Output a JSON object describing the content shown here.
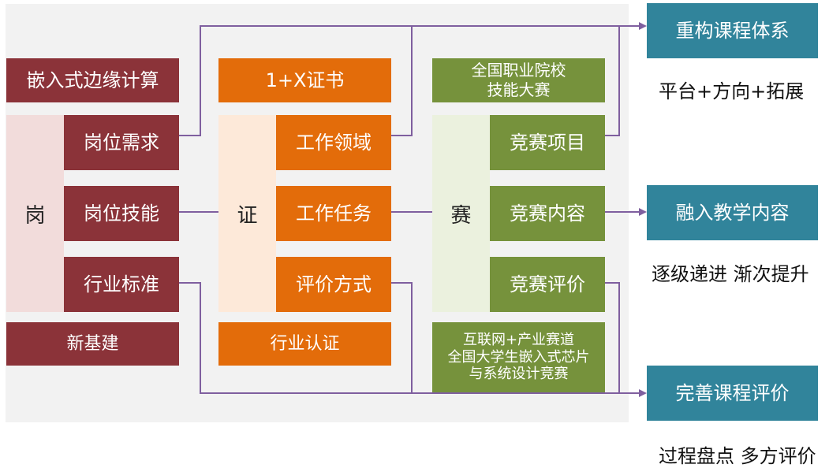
{
  "left_column": {
    "top_box": "嵌入式边缘计算",
    "group_label": "岗",
    "items": [
      "岗位需求",
      "岗位技能",
      "行业标准"
    ],
    "bottom_box": "新基建"
  },
  "middle_column": {
    "top_box": "1+X证书",
    "group_label": "证",
    "items": [
      "工作领域",
      "工作任务",
      "评价方式"
    ],
    "bottom_box": "行业认证"
  },
  "right_column": {
    "top_box_lines": [
      "全国职业院校",
      "技能大赛"
    ],
    "group_label": "赛",
    "items": [
      "竞赛项目",
      "竞赛内容",
      "竞赛评价"
    ],
    "bottom_box_lines": [
      "互联网+产业赛道",
      "全国大学生嵌入式芯片",
      "与系统设计竞赛"
    ]
  },
  "outcomes": [
    {
      "label": "重构课程体系",
      "caption": "平台+方向+拓展"
    },
    {
      "label": "融入教学内容",
      "caption": "逐级递进 渐次提升"
    },
    {
      "label": "完善课程评价",
      "caption": "过程盘点 多方评价"
    }
  ],
  "colors": {
    "line": "#7f5f9f",
    "red": "#8b3339",
    "orange": "#e36c0a",
    "green": "#76923c",
    "teal": "#31849b"
  }
}
